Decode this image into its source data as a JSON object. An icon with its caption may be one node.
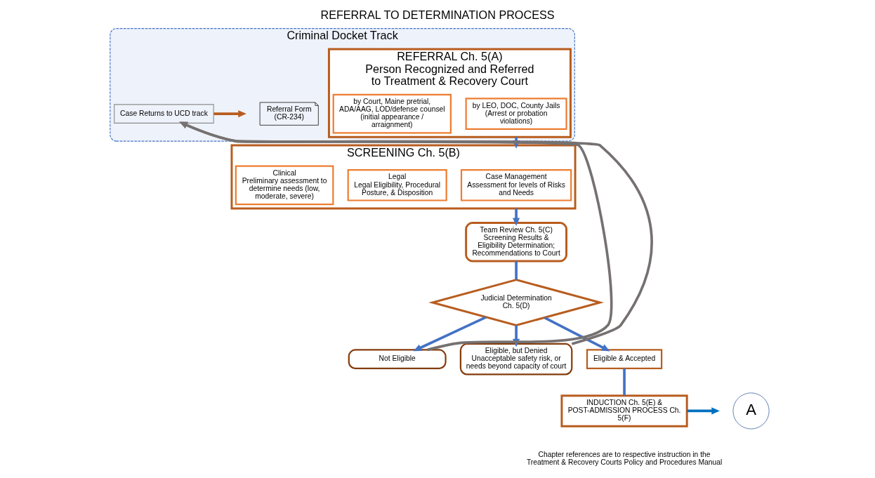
{
  "diagram": {
    "title": "REFERRAL TO DETERMINATION PROCESS",
    "nodes": [
      {
        "text": [
          "Criminal Docket Track"
        ]
      },
      {
        "text": [
          "REFERRAL Ch. 5(A)",
          "Person Recognized and Referred to Treatment & Recovery Court"
        ],
        "in": 0
      },
      {
        "text": [
          "by LEO, DOC, County Jails",
          "(Arrest or probation violations)"
        ],
        "in": 1
      },
      {
        "text": [
          "by Court, Maine pretrial, ADA/AAG, LOD/defense counsel",
          "(initial appearance / arraignment)"
        ],
        "in": 1
      },
      {
        "text": [
          "Referral Form",
          "(CR-234)"
        ],
        "in": 0
      },
      {
        "text": [
          "Case Returns to UCD track"
        ],
        "in": 0
      },
      {
        "text": [
          "SCREENING Ch. 5(B)"
        ]
      },
      {
        "text": [
          "Case Management",
          "Assessment for levels of Risks and Needs"
        ],
        "in": 6
      },
      {
        "text": [
          "Legal",
          "Legal Eligibility, Procedural Posture, & Disposition"
        ],
        "in": 6
      },
      {
        "text": [
          "Clinical",
          "Preliminary assessment to determine needs (low, moderate, severe)"
        ],
        "in": 6
      },
      {
        "text": [
          "Team Review Ch. 5(C)",
          "Screening Results & Eligibility Determination; Recommendations to Court"
        ]
      },
      {
        "text": [
          "Judicial Determination",
          "Ch. 5(D)"
        ]
      },
      {
        "text": [
          "Not Eligible"
        ]
      },
      {
        "text": [
          "Eligible, but Denied",
          "Unacceptable safety risk, or needs beyond capacity of court"
        ]
      },
      {
        "text": [
          "Eligible & Accepted"
        ]
      },
      {
        "text": [
          "INDUCTION Ch. 5(E) & POST-ADMISSION PROCESS Ch. 5(F)"
        ]
      },
      {
        "text": [
          "A"
        ]
      }
    ],
    "edges": [
      {
        "from": 1,
        "to": 6,
        "arrow": "to"
      },
      {
        "from": 6,
        "to": 10,
        "arrow": "to"
      },
      {
        "from": 10,
        "to": 11,
        "arrow": "none"
      },
      {
        "from": 11,
        "to": 12,
        "arrow": "to"
      },
      {
        "from": 11,
        "to": 13,
        "arrow": "to"
      },
      {
        "from": 11,
        "to": 14,
        "arrow": "to"
      },
      {
        "from": 12,
        "to": 5,
        "arrow": "to",
        "color": "#767171"
      },
      {
        "from": 13,
        "to": 5,
        "arrow": "to",
        "color": "#767171"
      },
      {
        "from": 14,
        "to": 15,
        "arrow": "none"
      },
      {
        "from": 5,
        "to": null,
        "arrow": "to",
        "color": "#b85c1e"
      },
      {
        "from": 15,
        "to": null,
        "arrow": "to",
        "color": "#0070c0"
      }
    ],
    "labels": [
      "Chapter references are to respective instruction in the Treatment & Recovery Courts Policy and Procedures Manual"
    ]
  }
}
